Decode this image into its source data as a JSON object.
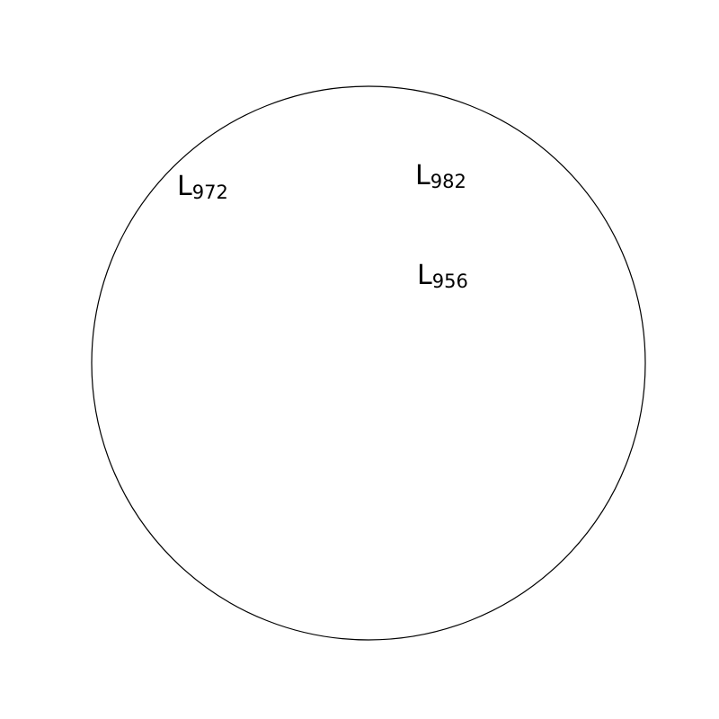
{
  "diagram": {
    "shape": "circle",
    "stroke_color": "#000000",
    "fill_color": "#ffffff",
    "labels": [
      {
        "main": "L",
        "sub": "972"
      },
      {
        "main": "L",
        "sub": "982"
      },
      {
        "main": "L",
        "sub": "956"
      }
    ]
  }
}
